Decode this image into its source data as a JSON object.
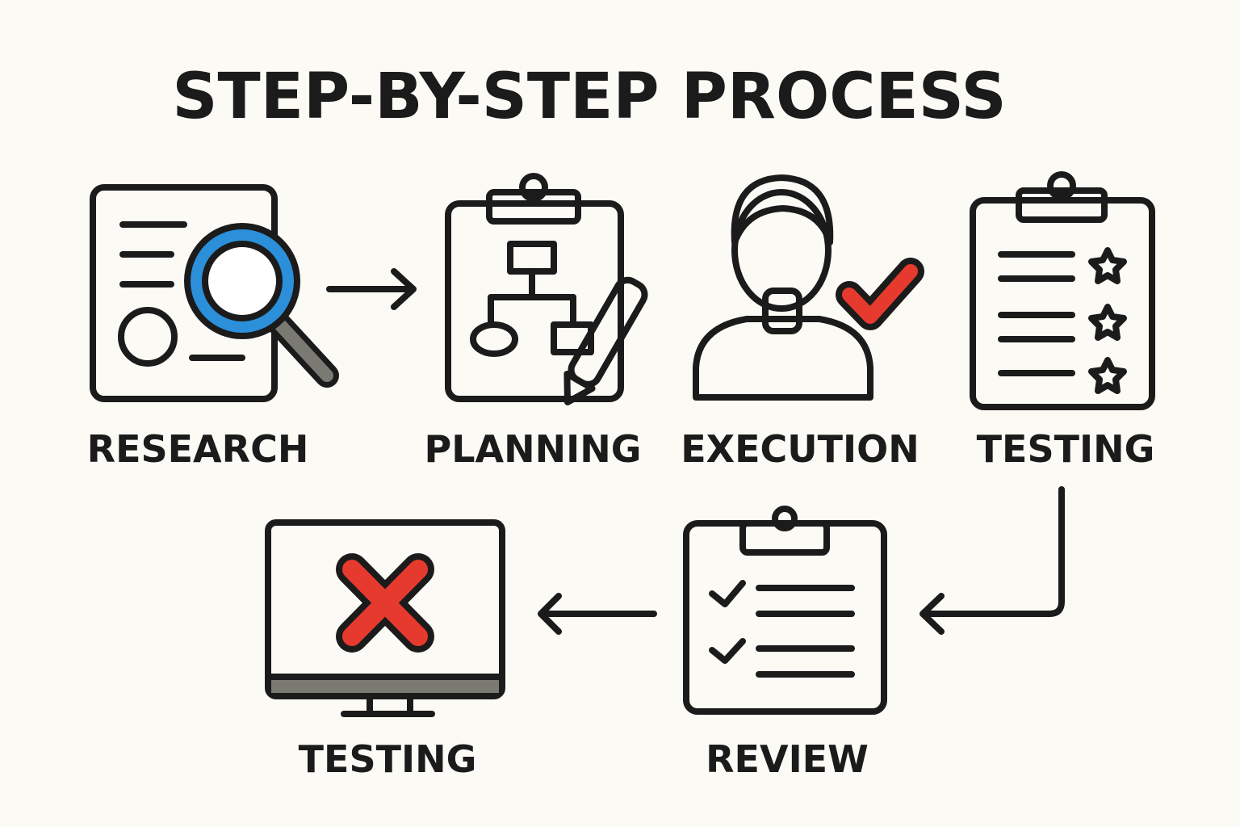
{
  "title": "STEP-BY-STEP PROCESS",
  "steps": [
    {
      "label": "RESEARCH",
      "icon": "document-magnifier-icon"
    },
    {
      "label": "PLANNING",
      "icon": "clipboard-flowchart-icon"
    },
    {
      "label": "EXECUTION",
      "icon": "person-checkmark-icon"
    },
    {
      "label": "TESTING",
      "icon": "clipboard-stars-icon"
    },
    {
      "label": "REVIEW",
      "icon": "clipboard-checklist-icon"
    },
    {
      "label": "TESTING",
      "icon": "monitor-error-icon"
    }
  ],
  "colors": {
    "background": "#fcfaf4",
    "blue": "#2b8fd9",
    "yellow": "#f7c21f",
    "orange": "#f7931e",
    "red": "#e63a2e",
    "skin": "#8a5a3c",
    "gray": "#7a7a72"
  }
}
